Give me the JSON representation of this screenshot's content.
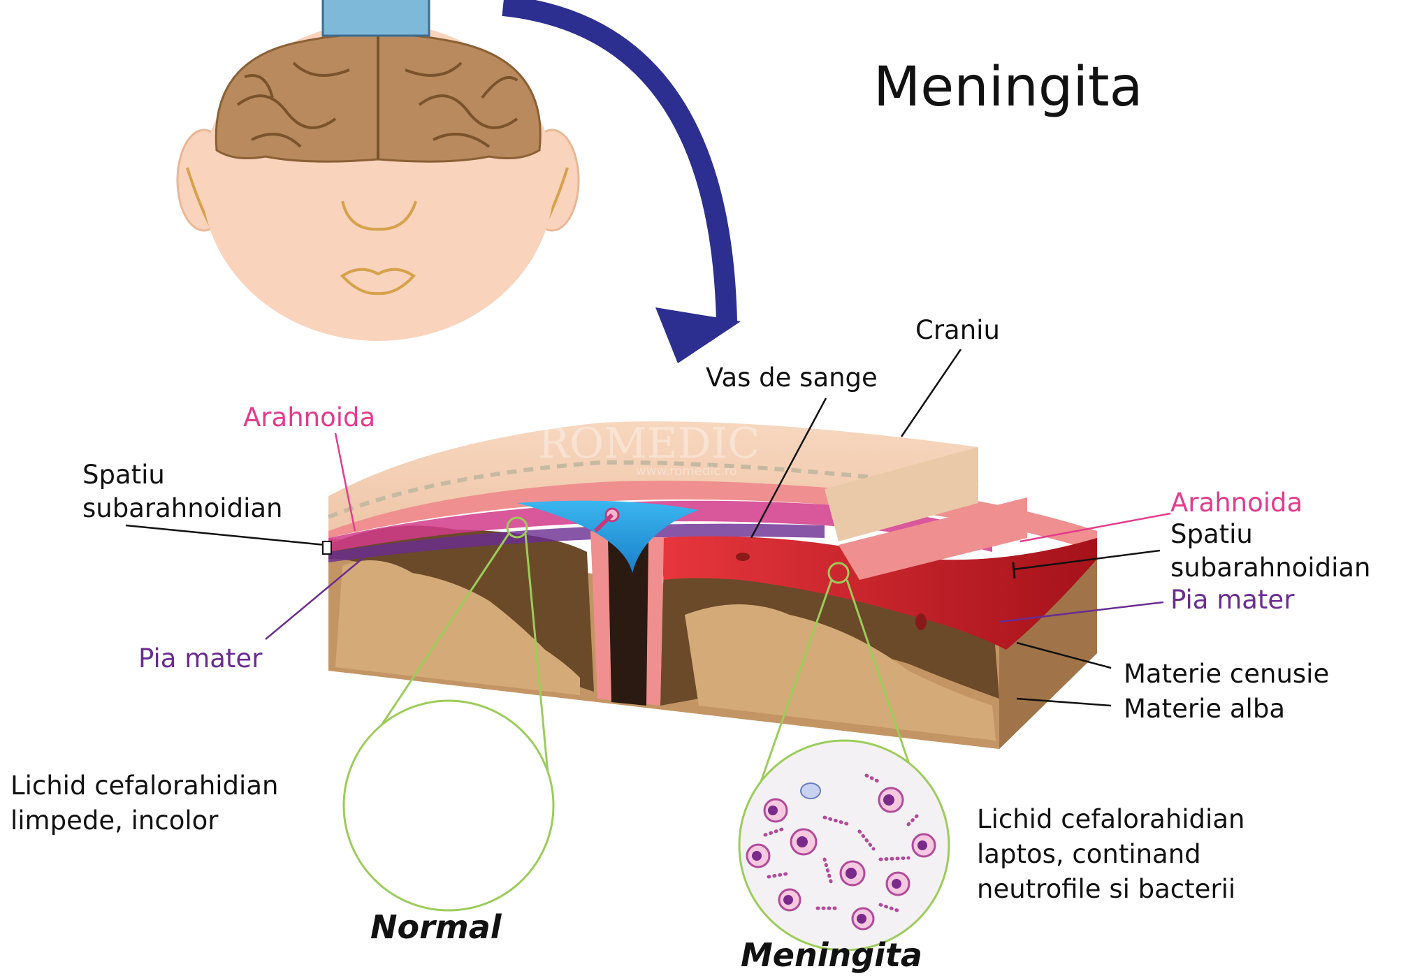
{
  "title": "Meningita",
  "watermark": {
    "brand": "ROMEDIC",
    "url": "www.romedic.ro"
  },
  "labels": {
    "craniu": "Craniu",
    "vas_de_sange": "Vas de sange",
    "arahnoida_left": "Arahnoida",
    "spatiu_left_line1": "Spatiu",
    "spatiu_left_line2": "subarahnoidian",
    "pia_mater_left": "Pia mater",
    "arahnoida_right": "Arahnoida",
    "spatiu_right_line1": "Spatiu",
    "spatiu_right_line2": "subarahnoidian",
    "pia_mater_right": "Pia mater",
    "materie_cenusie": "Materie cenusie",
    "materie_alba": "Materie alba",
    "lichid_normal_line1": "Lichid cefalorahidian",
    "lichid_normal_line2": "limpede, incolor",
    "lichid_meningita_line1": "Lichid cefalorahidian",
    "lichid_meningita_line2": "laptos, continand",
    "lichid_meningita_line3": "neutrofile si bacterii"
  },
  "captions": {
    "normal": "Normal",
    "meningita": "Meningita"
  },
  "colors": {
    "skin": "#f9d3bc",
    "brain": "#b88a5d",
    "arrow": "#2c2f8f",
    "arachnoid_label": "#e23c8c",
    "pia_label": "#6a2c91",
    "zoom_line": "#9ccc5a",
    "inflamed": "#d8121e",
    "csf": "#2aa7e2"
  }
}
